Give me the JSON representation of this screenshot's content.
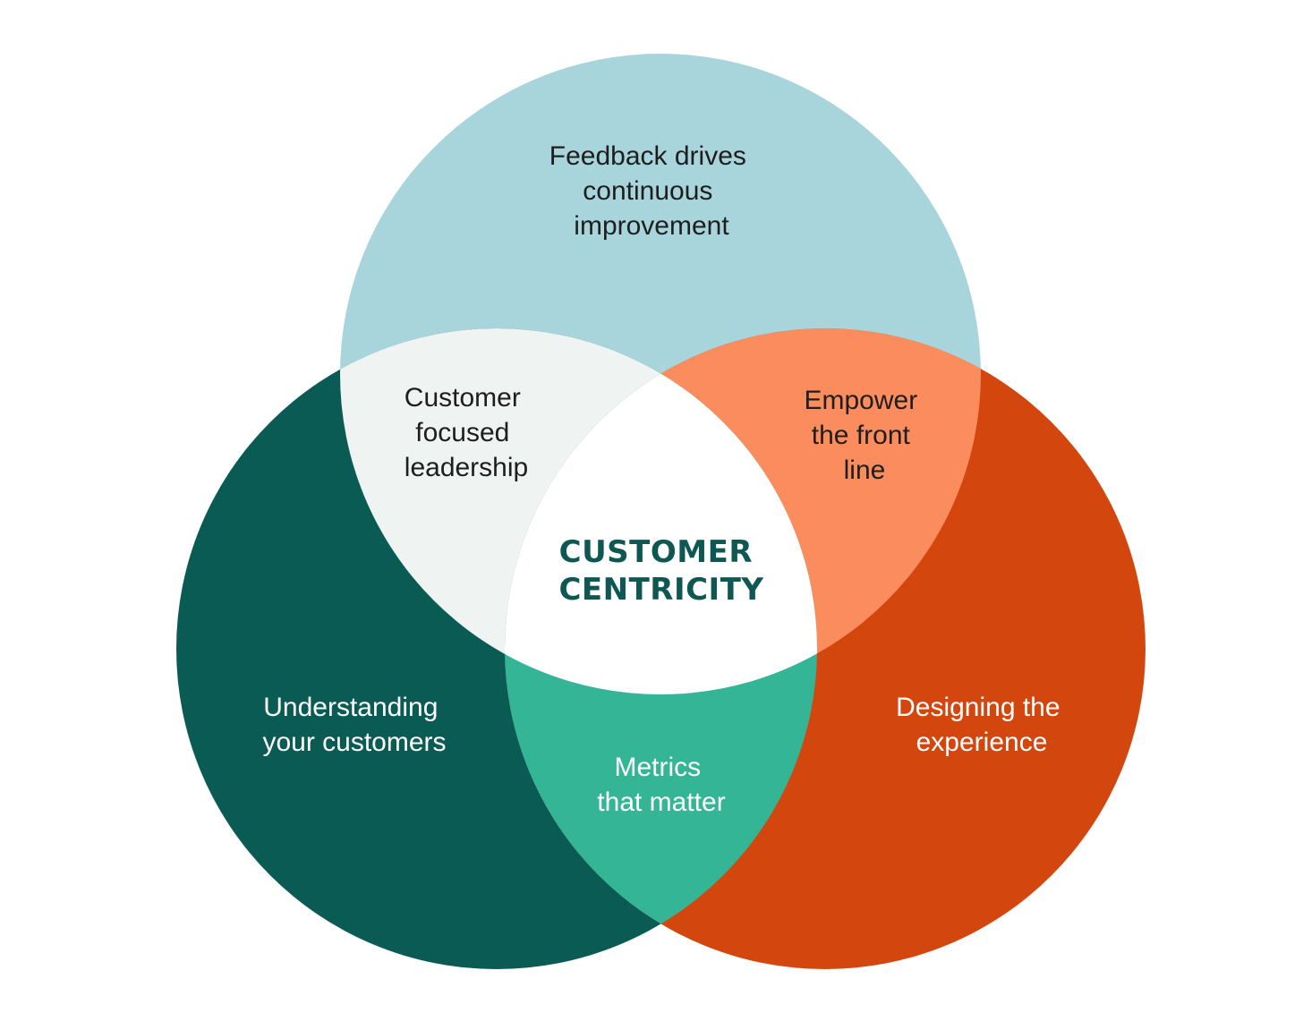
{
  "colors": {
    "background": "#ffffff",
    "top_circle": "#a8d4dc",
    "left_circle": "#0b5b55",
    "right_circle": "#d3460e",
    "top_left_overlap": "#eff3f2",
    "top_right_overlap": "#fb8c5e",
    "bottom_overlap": "#34b596",
    "center": "#ffffff",
    "dark_text": "#1e1e1e",
    "light_text": "#ffffff",
    "center_text": "#0e5752"
  },
  "circles": {
    "top": {
      "lines": [
        "Feedback drives",
        "continuous",
        "improvement"
      ]
    },
    "left": {
      "lines": [
        "Understanding",
        "your customers"
      ]
    },
    "right": {
      "lines": [
        "Designing the",
        "experience"
      ]
    }
  },
  "overlaps": {
    "top_left": {
      "lines": [
        "Customer",
        "focused",
        "leadership"
      ]
    },
    "top_right": {
      "lines": [
        "Empower",
        "the front",
        "line"
      ]
    },
    "bottom": {
      "lines": [
        "Metrics",
        "that matter"
      ]
    }
  },
  "center": {
    "lines": [
      "CUSTOMER",
      "CENTRICITY"
    ]
  }
}
